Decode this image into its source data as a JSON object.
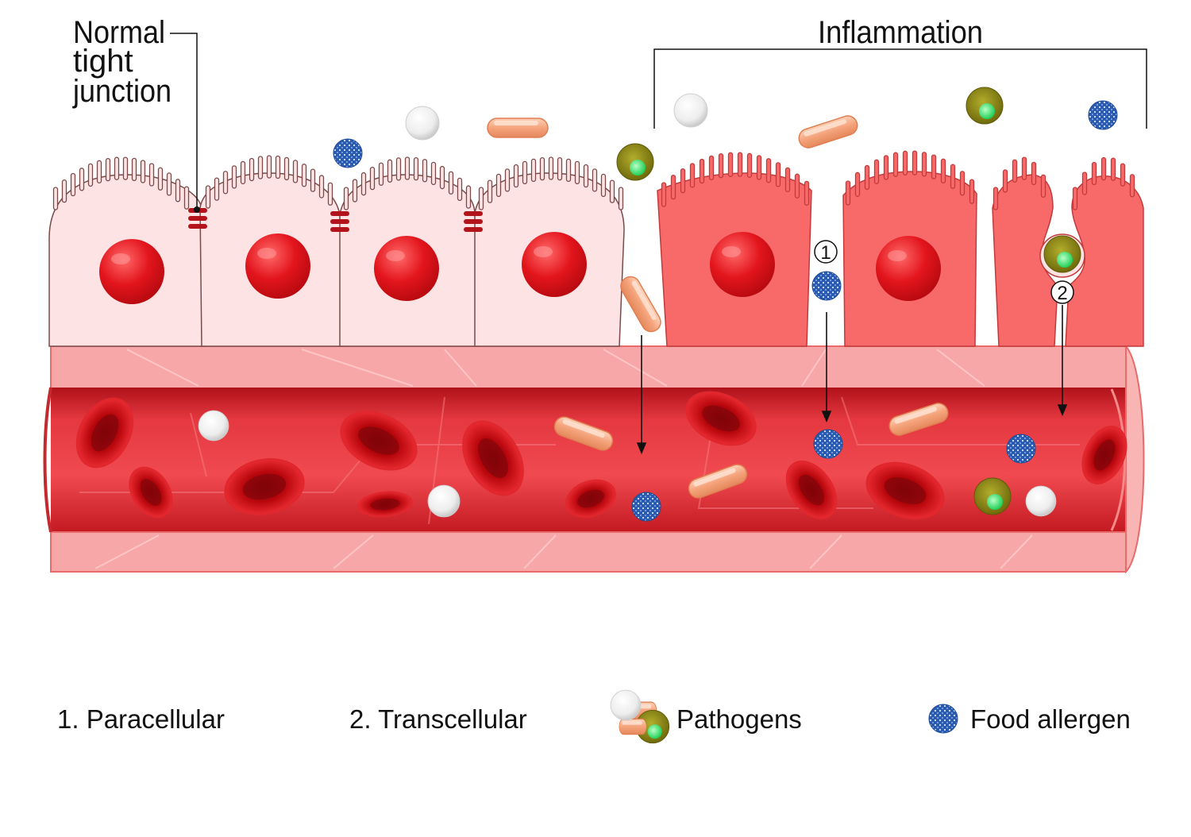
{
  "labels": {
    "normal_line1": "Normal",
    "normal_line2": "tight",
    "normal_line3": "junction",
    "inflammation": "Inflammation",
    "route1_num": "1",
    "route2_num": "2"
  },
  "legend": {
    "paracellular": "1. Paracellular",
    "transcellular": "2. Transcellular",
    "pathogens": "Pathogens",
    "food_allergen": "Food allergen"
  },
  "colors": {
    "healthy_cell": "#fde3e3",
    "inflamed_cell": "#f86a6a",
    "nucleus": "#e0141c",
    "vessel_wall": "#f7a0a0",
    "lumen": "#e6353f",
    "rbc": "#c90d16",
    "bacterium": "#f5a47c",
    "allergen": "#2f62b5",
    "olive_pathogen": "#8f8a19",
    "white_pathogen": "#f2f2f2"
  }
}
